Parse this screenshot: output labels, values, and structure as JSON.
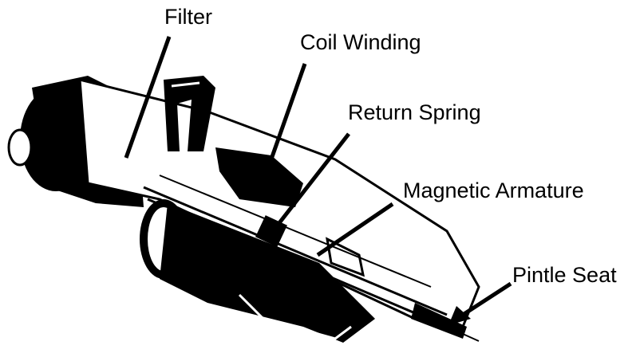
{
  "title": "Fuel injector cutaway",
  "labels": {
    "filter": "Filter",
    "coil_winding": "Coil Winding",
    "return_spring": "Return Spring",
    "magnetic_armature": "Magnetic Armature",
    "pintle_seat": "Pintle Seat"
  },
  "colors": {
    "ink": "#000000",
    "paper": "#ffffff"
  }
}
